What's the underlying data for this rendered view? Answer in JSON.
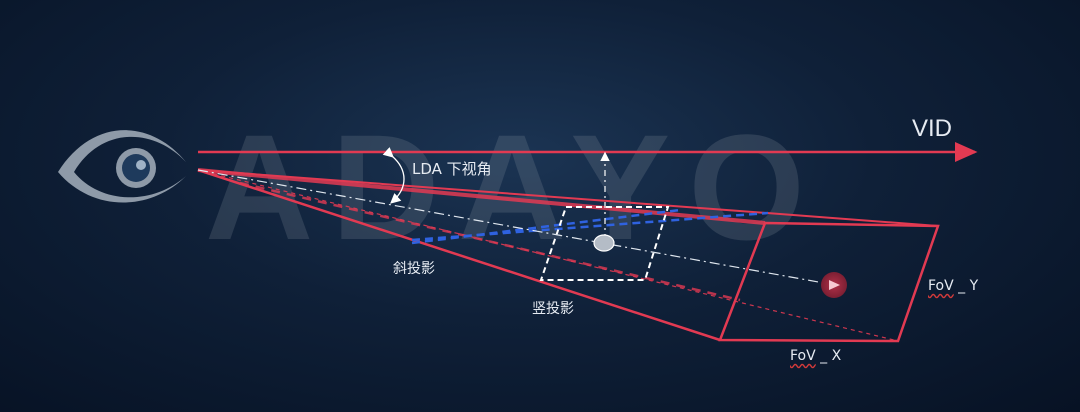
{
  "watermark_text": "ADAYO",
  "labels": {
    "vid": "VID",
    "lda_angle": "LDA 下视角",
    "oblique_projection": "斜投影",
    "vertical_projection": "竖投影",
    "fov_y_main": "FoV",
    "fov_y_sep": " _ Y",
    "fov_x_main": "FoV",
    "fov_x_sep": " _ X"
  },
  "colors": {
    "background": "#0f2038",
    "frustum": "#e23a52",
    "projection_dashed": "#2f62e0",
    "guide": "#ffffff",
    "eye": "#8e9aa8"
  }
}
